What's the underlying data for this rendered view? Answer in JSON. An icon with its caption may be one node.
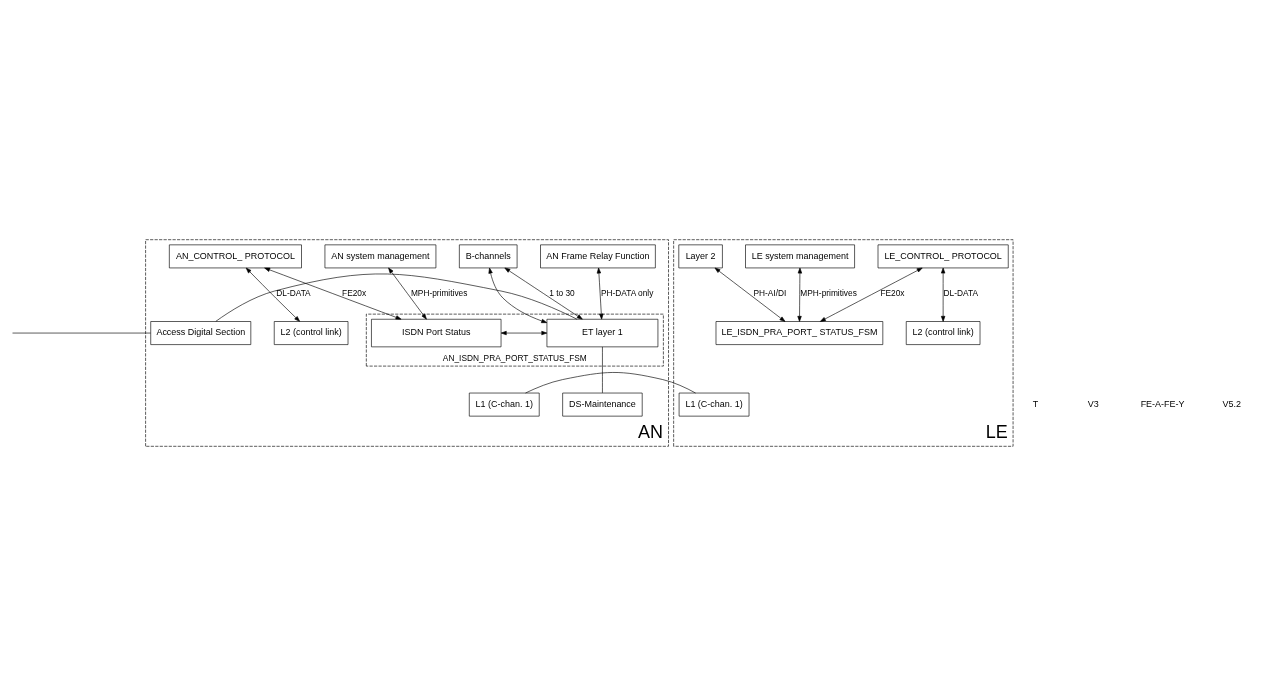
{
  "diagram": {
    "nodes": [
      {
        "text": [
          "AN"
        ]
      },
      {
        "text": [
          "LE"
        ]
      },
      {
        "text": [
          "Access Digital Section"
        ],
        "in": 0
      },
      {
        "text": [
          "AN_ISDN_PRA_PORT_STATUS_FSM"
        ],
        "in": 0
      },
      {
        "text": [
          "ET layer 1"
        ],
        "in": 3
      },
      {
        "text": [
          "ISDN Port Status"
        ],
        "in": 3
      },
      {
        "text": [
          "AN Frame Relay Function"
        ],
        "in": 0
      },
      {
        "text": [
          "B-channels"
        ],
        "in": 0
      },
      {
        "text": [
          "AN system management"
        ],
        "in": 0
      },
      {
        "text": [
          "AN_CONTROL_ PROTOCOL"
        ],
        "in": 0
      },
      {
        "text": [
          "L2 (control link)"
        ],
        "in": 0
      },
      {
        "text": [
          "L1 (C-chan. 1)"
        ],
        "in": 0
      },
      {
        "text": [
          "DS-Maintenance"
        ],
        "in": 0
      },
      {
        "text": [
          "LE_CONTROL_ PROTOCOL"
        ],
        "in": 1
      },
      {
        "text": [
          "L2 (control link)"
        ],
        "in": 1
      },
      {
        "text": [
          "L1 (C-chan. 1)"
        ],
        "in": 1
      },
      {
        "text": [
          "LE system management"
        ],
        "in": 1
      },
      {
        "text": [
          "LE_ISDN_PRA_PORT_ STATUS_FSM"
        ],
        "in": 1
      },
      {
        "text": [
          "Layer 2"
        ],
        "in": 1
      }
    ],
    "edges": [
      {
        "from": null,
        "to": 2,
        "arrow": "none"
      },
      {
        "from": 2,
        "to": 4,
        "arrow": "none"
      },
      {
        "from": 4,
        "to": 12,
        "arrow": "none"
      },
      {
        "from": 6,
        "to": 4,
        "arrow": "both",
        "label": "PH-DATA only"
      },
      {
        "from": 7,
        "to": 4,
        "arrow": "both"
      },
      {
        "from": 7,
        "to": 4,
        "arrow": "both",
        "label": "1 to 30"
      },
      {
        "from": 4,
        "to": 5,
        "arrow": "both"
      },
      {
        "from": 8,
        "to": 5,
        "arrow": "both",
        "label": "MPH-primitives"
      },
      {
        "from": 9,
        "to": 5,
        "arrow": "both",
        "label": "FE20x"
      },
      {
        "from": 9,
        "to": 10,
        "arrow": "both",
        "label": "DL-DATA"
      },
      {
        "from": 11,
        "to": 15,
        "arrow": "none"
      },
      {
        "from": 13,
        "to": 14,
        "arrow": "both",
        "label": "DL-DATA"
      },
      {
        "from": 13,
        "to": 17,
        "arrow": "both",
        "label": "FE20x"
      },
      {
        "from": 16,
        "to": 17,
        "arrow": "both",
        "label": "MPH-primitives"
      },
      {
        "from": 18,
        "to": 17,
        "arrow": "both",
        "label": "PH-AI/DI"
      }
    ],
    "labels": [
      "T",
      "V3",
      "FE-A-FE-Y",
      "V5.2"
    ]
  }
}
